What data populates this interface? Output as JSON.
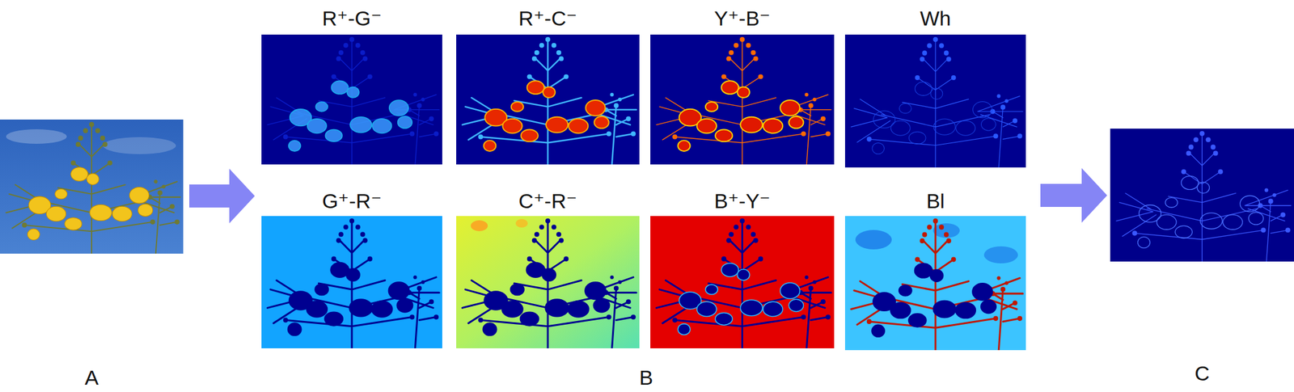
{
  "diagram": {
    "nodes": [
      {
        "text": [
          "A"
        ]
      },
      {
        "text": [
          "B"
        ]
      },
      {
        "text": [
          "R⁺-G⁻"
        ],
        "in": 1
      },
      {
        "text": [
          "R⁺-C⁻"
        ],
        "in": 1
      },
      {
        "text": [
          "Y⁺-B⁻"
        ],
        "in": 1
      },
      {
        "text": [
          "Wh"
        ],
        "in": 1
      },
      {
        "text": [
          "G⁺-R⁻"
        ],
        "in": 1
      },
      {
        "text": [
          "C⁺-R⁻"
        ],
        "in": 1
      },
      {
        "text": [
          "B⁺-Y⁻"
        ],
        "in": 1
      },
      {
        "text": [
          "Bl"
        ],
        "in": 1
      },
      {
        "text": [
          "C"
        ]
      }
    ],
    "edges": [
      {
        "from": 0,
        "to": 1,
        "arrow": "to"
      },
      {
        "from": 1,
        "to": 10,
        "arrow": "to"
      }
    ]
  }
}
